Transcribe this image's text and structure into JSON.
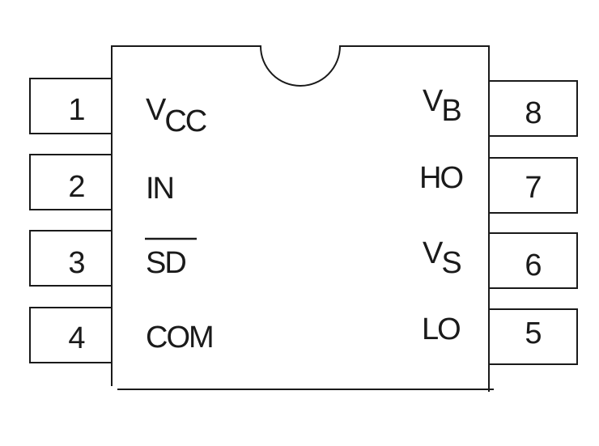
{
  "left_pins": [
    {
      "number": "1",
      "label": "V",
      "sub": "CC",
      "overline": false
    },
    {
      "number": "2",
      "label": "IN",
      "sub": "",
      "overline": false
    },
    {
      "number": "3",
      "label": "SD",
      "sub": "",
      "overline": true
    },
    {
      "number": "4",
      "label": "COM",
      "sub": "",
      "overline": false
    }
  ],
  "right_pins": [
    {
      "number": "8",
      "label": "V",
      "sub": "B",
      "overline": false
    },
    {
      "number": "7",
      "label": "HO",
      "sub": "",
      "overline": false
    },
    {
      "number": "6",
      "label": "V",
      "sub": "S",
      "overline": false
    },
    {
      "number": "5",
      "label": "LO",
      "sub": "",
      "overline": false
    }
  ],
  "colors": {
    "stroke": "#1a1a1a",
    "background": "#ffffff"
  }
}
